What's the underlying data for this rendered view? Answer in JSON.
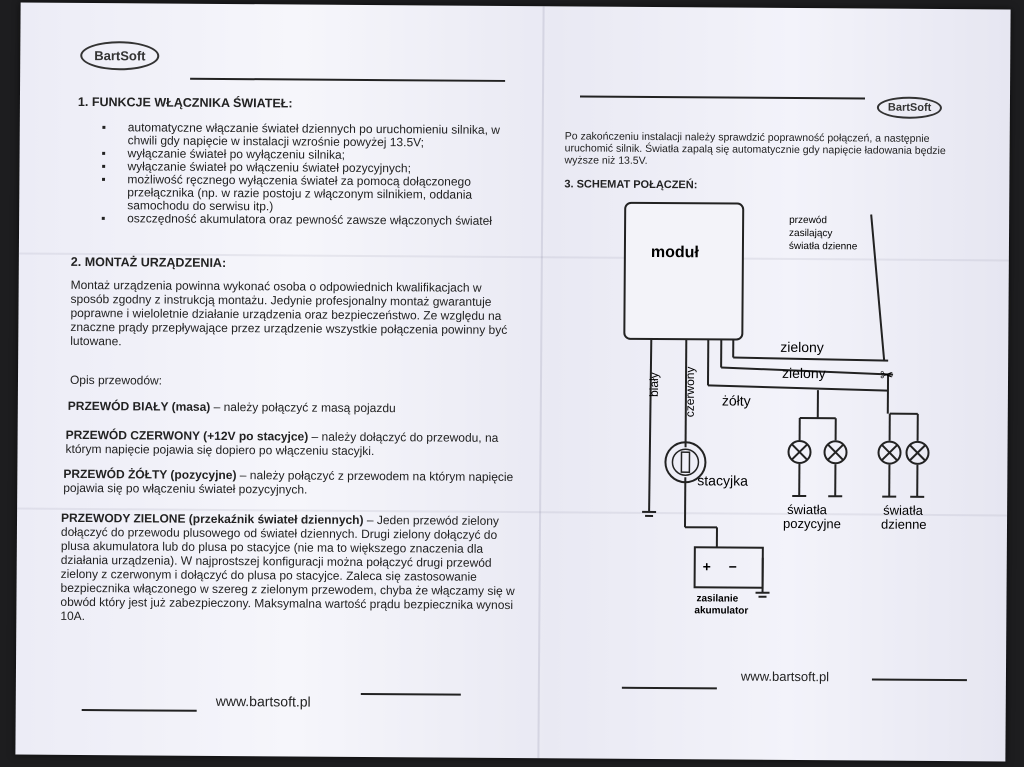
{
  "brand": "BartSoft",
  "left": {
    "h1": "1. FUNKCJE WŁĄCZNIKA ŚWIATEŁ:",
    "features": [
      "automatyczne włączanie świateł dziennych po uruchomieniu silnika, w chwili gdy napięcie w instalacji wzrośnie powyżej 13.5V;",
      "wyłączanie świateł po wyłączeniu silnika;",
      "wyłączanie świateł po włączeniu świateł pozycyjnych;",
      "możliwość ręcznego wyłączenia świateł za pomocą dołączonego przełącznika (np. w razie postoju z włączonym silnikiem, oddania samochodu do serwisu itp.)",
      "oszczędność akumulatora oraz pewność zawsze włączonych świateł"
    ],
    "h2": "2. MONTAŻ URZĄDZENIA:",
    "montaz": "Montaż urządzenia powinna wykonać osoba o odpowiednich kwalifikacjach w sposób zgodny z instrukcją montażu. Jedynie profesjonalny montaż gwarantuje poprawne i wieloletnie działanie urządzenia oraz bezpieczeństwo. Ze względu na znaczne prądy przepływające przez urządzenie wszystkie połączenia powinny być lutowane.",
    "opis": "Opis przewodów:",
    "w1_label": "PRZEWÓD BIAŁY (masa)",
    "w1_text": " – należy połączyć z masą pojazdu",
    "w2_label": "PRZEWÓD CZERWONY (+12V po stacyjce)",
    "w2_text": " – należy dołączyć do przewodu, na którym napięcie pojawia się dopiero po włączeniu stacyjki.",
    "w3_label": "PRZEWÓD ŻÓŁTY (pozycyjne)",
    "w3_text": " – należy połączyć z przewodem na którym napięcie pojawia się po włączeniu świateł pozycyjnych.",
    "w4_label": "PRZEWODY ZIELONE (przekaźnik świateł dziennych)",
    "w4_text": " – Jeden przewód zielony dołączyć do przewodu plusowego od świateł dziennych. Drugi zielony dołączyć do plusa akumulatora lub do plusa po stacyjce (nie ma to większego znaczenia dla działania urządzenia). W najprostszej konfiguracji można połączyć drugi przewód zielony z czerwonym i dołączyć do plusa po stacyjce. Zaleca się zastosowanie bezpiecznika włączonego w szereg z zielonym przewodem, chyba że włączamy się w obwód który jest już zabezpieczony. Maksymalna wartość prądu bezpiecznika wynosi 10A.",
    "footer": "www.bartsoft.pl"
  },
  "right": {
    "intro": "Po zakończeniu instalacji należy sprawdzić poprawność połączeń, a następnie uruchomić silnik. Światła zapalą się automatycznie gdy napięcie ładowania będzie wyższe niż 13.5V.",
    "h3": "3. SCHEMAT POŁĄCZEŃ:",
    "module": "moduł",
    "note1": "przewód",
    "note2": "zasilający",
    "note3": "światła dzienne",
    "zielony1": "zielony",
    "zielony2": "zielony",
    "zolty": "żółty",
    "bialy": "biały",
    "czerwony": "czerwony",
    "stacyjka": "stacyjka",
    "pos1": "światła",
    "pos2": "pozycyjne",
    "dz1": "światła",
    "dz2": "dzienne",
    "bat1": "zasilanie",
    "bat2": "akumulator",
    "footer": "www.bartsoft.pl"
  }
}
